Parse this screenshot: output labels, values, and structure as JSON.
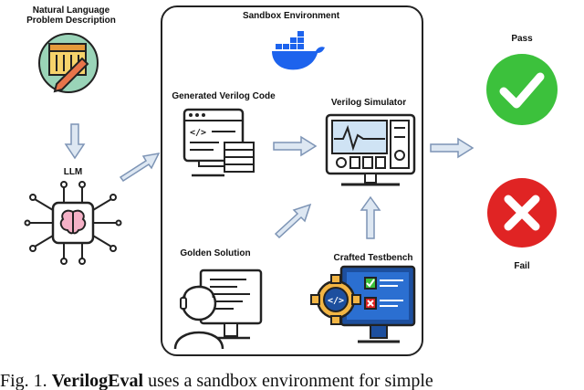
{
  "labels": {
    "problem_line1": "Natural Language",
    "problem_line2": "Problem Description",
    "llm": "LLM",
    "sandbox": "Sandbox Environment",
    "generated_code": "Generated Verilog Code",
    "simulator": "Verilog Simulator",
    "golden": "Golden Solution",
    "testbench": "Crafted Testbench",
    "pass": "Pass",
    "fail": "Fail"
  },
  "caption": {
    "prefix": "Fig. 1.",
    "bold": "VerilogEval",
    "rest": "uses a sandbox environment for simple"
  },
  "colors": {
    "pass": "#3cc13c",
    "fail": "#e02424",
    "docker": "#1d63ed",
    "arrow_fill": "#dde7f2",
    "arrow_stroke": "#7d94b5",
    "monitor_fill": "#cfe3f4",
    "bar_fill": "#f2b544"
  },
  "icons": {
    "problem": "document-pencil-icon",
    "llm": "brain-chip-icon",
    "docker": "docker-whale-icon",
    "code": "code-window-icon",
    "simulator": "simulator-monitor-icon",
    "golden": "developer-at-computer-icon",
    "testbench": "gear-checklist-icon",
    "pass": "check-circle-icon",
    "fail": "x-circle-icon"
  }
}
